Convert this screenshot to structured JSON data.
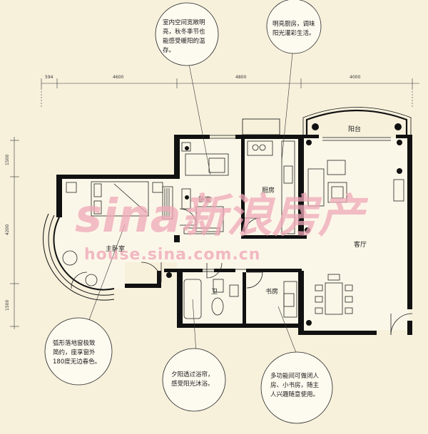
{
  "dimensions": {
    "top": [
      "594",
      "4600",
      "4800",
      "4000"
    ],
    "left": [
      "1500",
      "4200",
      "1500"
    ]
  },
  "rooms": {
    "balcony": "阳台",
    "bedroom": "卧室",
    "kitchen": "厨房",
    "living_room": "客厅",
    "master_bedroom": "主卧室",
    "bathroom": "卫",
    "study": "书房"
  },
  "callouts": {
    "top_left": [
      "室内空间宽敞明",
      "亮，秋冬季节也",
      "能感受暖阳的温",
      "存。"
    ],
    "top_right": [
      "明亮厨房，调味",
      "阳光灌彩生活。"
    ],
    "bottom_left": [
      "弧形落地窗极致",
      "简约，座享窗外",
      "180度无边春色。"
    ],
    "bottom_mid": [
      "夕阳透过浴帘，",
      "感受阳光沐浴。"
    ],
    "bottom_right": [
      "多功能间可做闭人",
      "房、小书房，随主",
      "人兴趣随意使用。"
    ]
  },
  "watermark": {
    "brand": "sina新浪房产",
    "url": "house.sina.com.cn"
  }
}
